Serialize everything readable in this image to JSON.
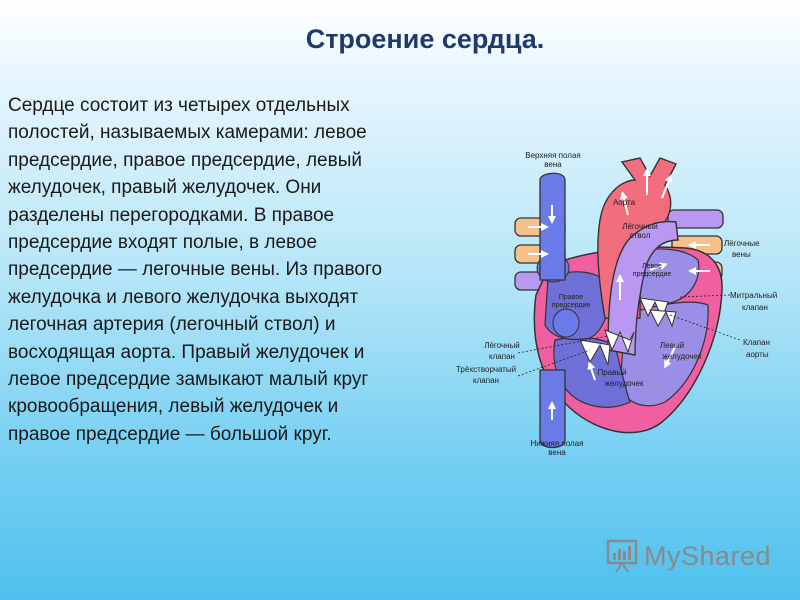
{
  "slide": {
    "title": "Строение сердца.",
    "body": "Сердце состоит из четырех отдельных полостей, называемых камерами: левое предсердие, правое предсердие, левый желудочек, правый желудочек. Они разделены перегородками. В правое предсердие входят полые, в левое предсердие — легочные вены. Из правого желудочка и левого желудочка выходят легочная артерия (легочный ствол) и восходящая аорта. Правый желудочек и левое предсердие замыкают малый круг кровообращения, левый желудочек и правое предсердие — большой круг."
  },
  "diagram": {
    "labels": {
      "svc": [
        "Верхняя полая",
        "вена"
      ],
      "aorta": "Аорта",
      "pulm_trunk": [
        "Лёгочный",
        "ствол"
      ],
      "pulm_veins": [
        "Лёгочные",
        "вены"
      ],
      "left_atrium": [
        "Левое",
        "предсердие"
      ],
      "right_atrium": [
        "Правое",
        "предсердие"
      ],
      "mitral": [
        "Митральный",
        "клапан"
      ],
      "aortic_valve": [
        "Клапан",
        "аорты"
      ],
      "left_ventricle": [
        "Левый",
        "желудочек"
      ],
      "pulm_valve": [
        "Лёгочный",
        "клапан"
      ],
      "tricuspid": [
        "Трёхстворчатый",
        "клапан"
      ],
      "right_ventricle": [
        "Правый",
        "желудочек"
      ],
      "ivc": [
        "Нижняя полая",
        "вена"
      ]
    },
    "colors": {
      "vena_cava": "#6a7be8",
      "aorta": "#f26d7d",
      "pulmonary_artery": "#b898f0",
      "pulmonary_veins": "#f5c08a",
      "myocardium": "#f05fa0",
      "left_chambers": "#9a8ee6",
      "right_chambers": "#6f6fd8"
    }
  },
  "watermark": {
    "text": "MyShared"
  }
}
